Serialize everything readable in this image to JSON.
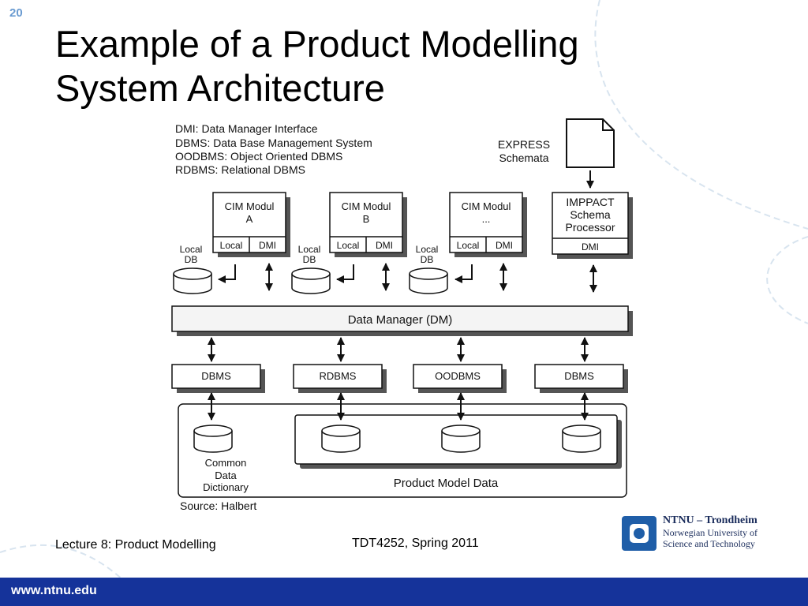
{
  "slide": {
    "number": "20"
  },
  "title": {
    "line1": "Example of a Product Modelling",
    "line2": "System Architecture"
  },
  "diagram": {
    "legend": [
      "DMI: Data Manager Interface",
      "DBMS: Data Base Management System",
      "OODBMS: Object Oriented DBMS",
      "RDBMS: Relational DBMS"
    ],
    "express": {
      "line1": "EXPRESS",
      "line2": "Schemata"
    },
    "modules": [
      {
        "line1": "CIM Modul",
        "line2": "A",
        "left": "Local",
        "right": "DMI"
      },
      {
        "line1": "CIM Modul",
        "line2": "B",
        "left": "Local",
        "right": "DMI"
      },
      {
        "line1": "CIM Modul",
        "line2": "...",
        "left": "Local",
        "right": "DMI"
      }
    ],
    "local_db": {
      "line1": "Local",
      "line2": "DB"
    },
    "processor": {
      "line1": "IMPPACT",
      "line2": "Schema",
      "line3": "Processor",
      "dmi": "DMI"
    },
    "data_manager": "Data Manager (DM)",
    "dbms_boxes": [
      "DBMS",
      "RDBMS",
      "OODBMS",
      "DBMS"
    ],
    "dictionary": {
      "line1": "Common",
      "line2": "Data",
      "line3": "Dictionary"
    },
    "product_model": "Product Model Data",
    "source": "Source: Halbert"
  },
  "footer": {
    "lecture": "Lecture 8: Product Modelling",
    "course": "TDT4252, Spring 2011",
    "org_name": "NTNU – Trondheim",
    "org_line1": "Norwegian University of",
    "org_line2": "Science and Technology",
    "url": "www.ntnu.edu"
  }
}
